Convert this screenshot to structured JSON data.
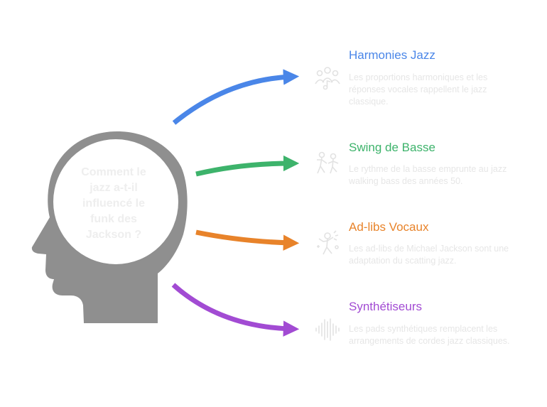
{
  "question": "Comment le jazz a-t-il influencé le funk des Jackson ?",
  "branches": [
    {
      "title": "Harmonies Jazz",
      "description": "Les proportions harmoniques et les réponses vocales rappellent le jazz classique.",
      "color": "#4a86e8",
      "icon": "people-group-icon"
    },
    {
      "title": "Swing de Basse",
      "description": "Le rythme de la basse emprunte au jazz walking bass des années 50.",
      "color": "#3db36b",
      "icon": "dancers-icon"
    },
    {
      "title": "Ad-libs Vocaux",
      "description": "Les ad-libs de Michael Jackson sont une adaptation du scatting jazz.",
      "color": "#e8832a",
      "icon": "singer-icon"
    },
    {
      "title": "Synthétiseurs",
      "description": "Les pads synthétiques remplacent les arrangements de cordes jazz classiques.",
      "color": "#a24bd3",
      "icon": "sound-wave-icon"
    }
  ],
  "head_color": "#8f8f8f"
}
